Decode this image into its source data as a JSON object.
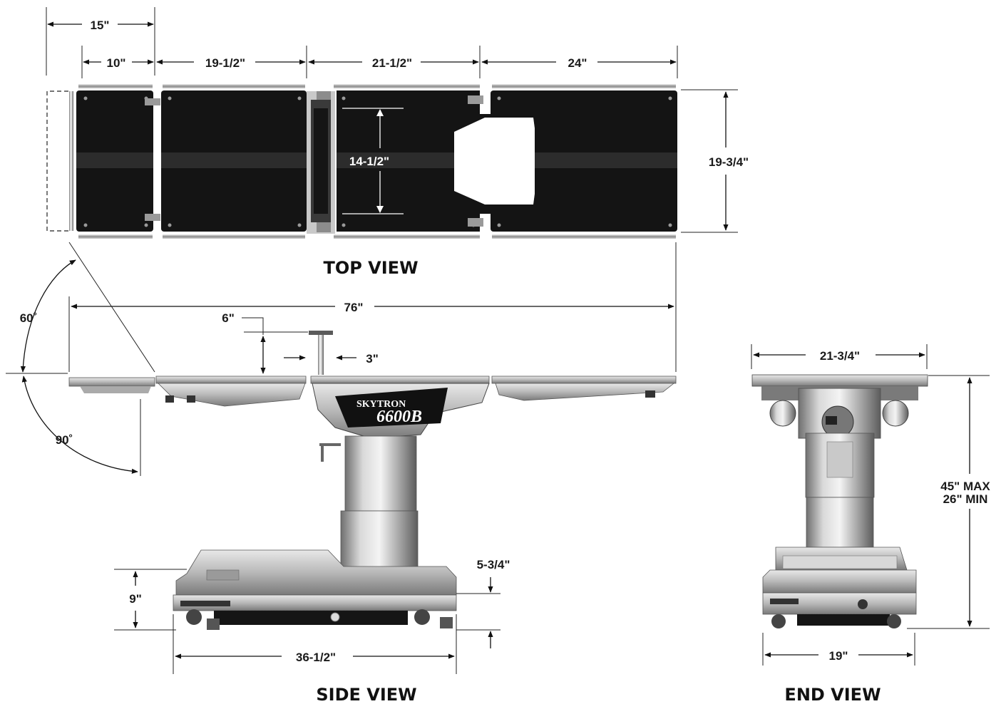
{
  "views": {
    "top": "TOP VIEW",
    "side": "SIDE VIEW",
    "end": "END VIEW"
  },
  "dimensions": {
    "head_extended": "15\"",
    "head_section": "10\"",
    "back_section": "19-1/2\"",
    "seat_section": "21-1/2\"",
    "leg_section": "24\"",
    "top_width": "19-3/4\"",
    "cutout_width": "14-1/2\"",
    "overall_length": "76\"",
    "head_angle_up": "60˚",
    "head_angle_down": "90˚",
    "kidney_rise": "6\"",
    "kidney_width": "3\"",
    "base_clearance": "5-3/4\"",
    "base_height": "9\"",
    "base_length": "36-1/2\"",
    "end_top_width": "21-3/4\"",
    "height_max": "45\" MAX",
    "height_min": "26\" MIN",
    "base_width": "19\""
  },
  "branding": {
    "brand": "SKYTRON",
    "model": "6600B"
  }
}
